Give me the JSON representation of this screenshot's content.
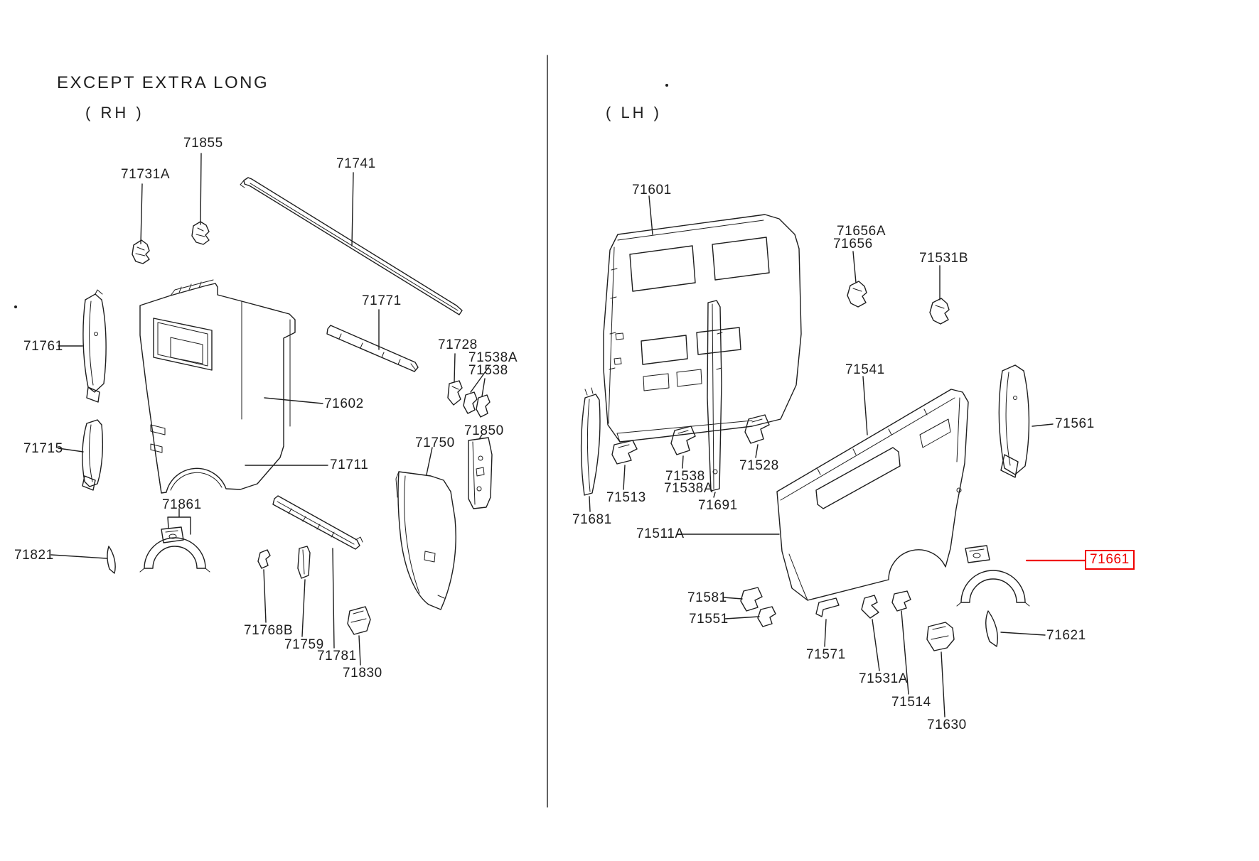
{
  "diagram": {
    "title": "EXCEPT EXTRA LONG",
    "left_section_label": "( RH )",
    "right_section_label": "( LH )"
  },
  "colors": {
    "ink": "#1e1e1e",
    "highlight": "#f00000",
    "background": "#ffffff"
  },
  "left_parts": {
    "p71855": "71855",
    "p71731A": "71731A",
    "p71741": "71741",
    "p71771": "71771",
    "p71728": "71728",
    "p71538A": "71538A",
    "p71538": "71538",
    "p71602": "71602",
    "p71761": "71761",
    "p71715": "71715",
    "p71711": "71711",
    "p71850": "71850",
    "p71750": "71750",
    "p71861": "71861",
    "p71821": "71821",
    "p71768B": "71768B",
    "p71759": "71759",
    "p71781": "71781",
    "p71830": "71830"
  },
  "right_parts": {
    "p71601": "71601",
    "p71656A": "71656A",
    "p71656": "71656",
    "p71531B": "71531B",
    "p71541": "71541",
    "p71561": "71561",
    "p71538": "71538",
    "p71538A": "71538A",
    "p71528": "71528",
    "p71513": "71513",
    "p71681": "71681",
    "p71691": "71691",
    "p71511A": "71511A",
    "p71661": "71661",
    "p71581": "71581",
    "p71551": "71551",
    "p71571": "71571",
    "p71531A": "71531A",
    "p71514": "71514",
    "p71621": "71621",
    "p71630": "71630"
  }
}
